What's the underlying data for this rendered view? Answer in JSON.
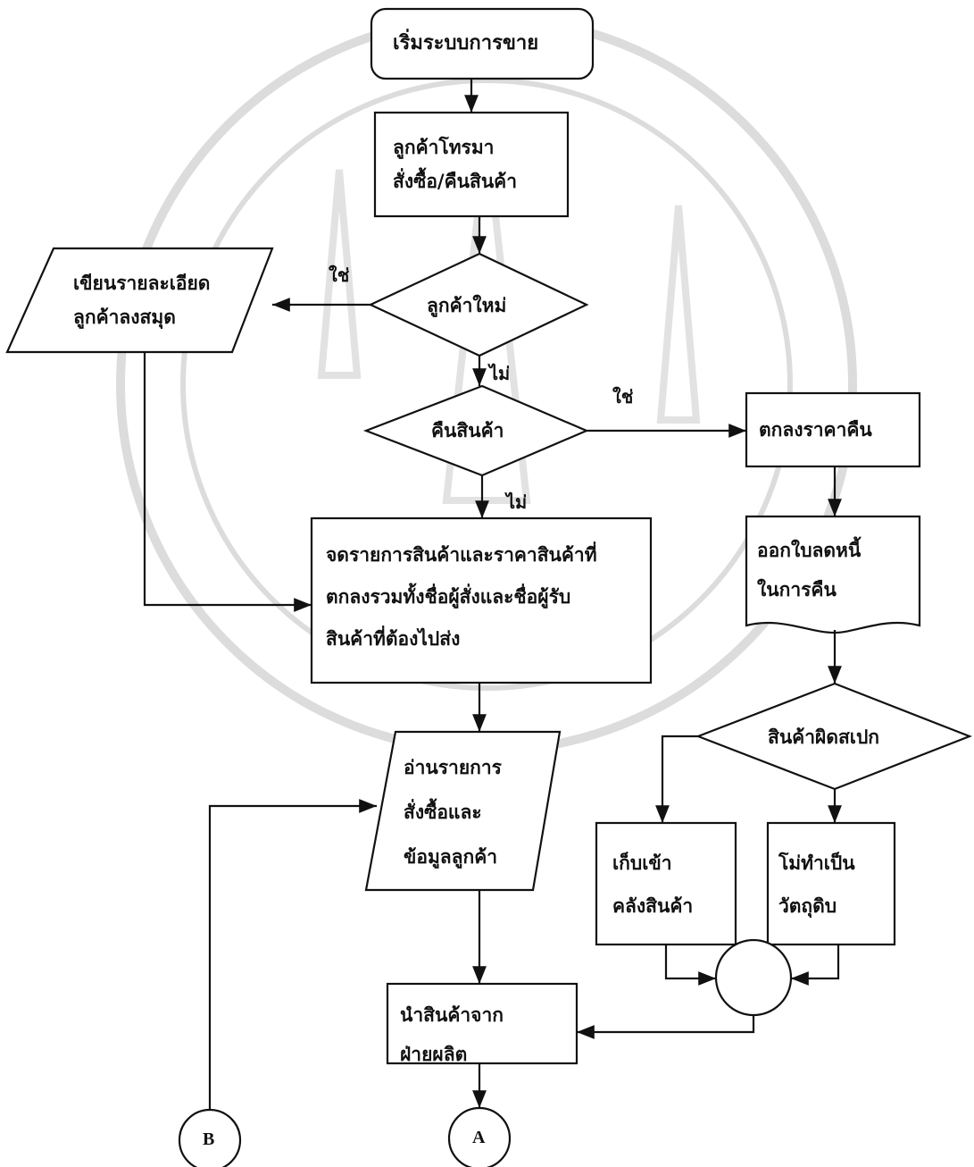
{
  "nodes": {
    "start": "เริ่มระบบการขาย",
    "call": "ลูกค้าโทรมา\nสั่งซื้อ/คืนสินค้า",
    "new_customer": "ลูกค้าใหม่",
    "write_details": "เขียนรายละเอียด\nลูกค้าลงสมุด",
    "return_goods": "คืนสินค้า",
    "agree_price": "ตกลงราคาคืน",
    "record": "จดรายการสินค้าและราคาสินค้าที่\nตกลงรวมทั้งชื่อผู้สั่งและชื่อผู้รับ\nสินค้าที่ต้องไปส่ง",
    "credit_note": "ออกใบลดหนี้\nในการคืน",
    "wrong_spec": "สินค้าผิดสเปก",
    "read_orders": "อ่านรายการ\nสั่งซื้อและ\nข้อมูลลูกค้า",
    "store": "เก็บเข้า\nคลังสินค้า",
    "raw": "โม่ทำเป็น\nวัตถุดิบ",
    "bring": "นำสินค้าจาก\nฝ่ายผลิต",
    "conn_a": "A",
    "conn_b": "B"
  },
  "edge_labels": {
    "yes1": "ใช่",
    "no1": "ไม่",
    "yes2": "ใช่",
    "no2": "ไม่"
  },
  "colors": {
    "line": "#111111",
    "watermark": "#d9d9d9"
  }
}
